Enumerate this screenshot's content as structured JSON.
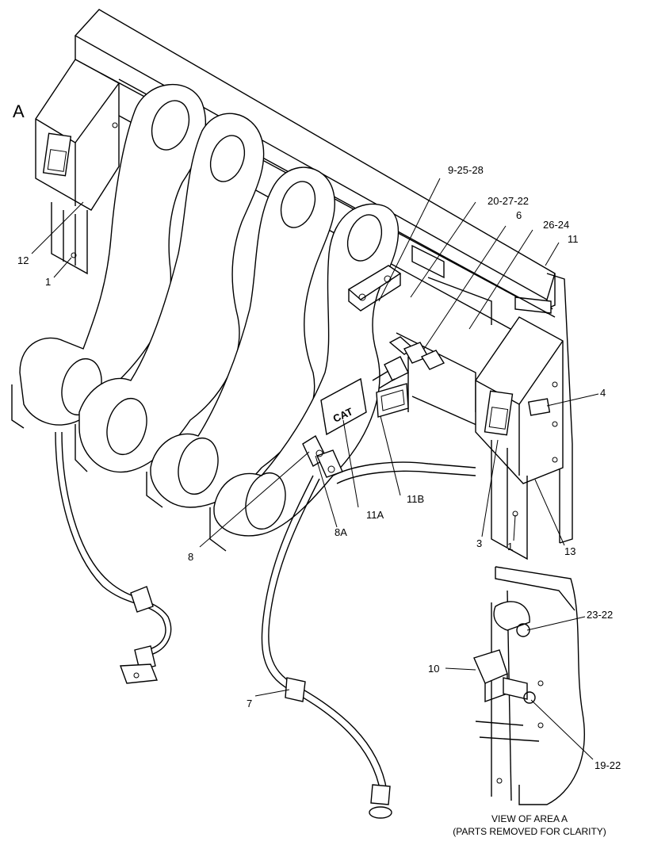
{
  "view_label": "A",
  "callouts": {
    "c_9_25_28": "9-25-28",
    "c_20_27_22": "20-27-22",
    "c_6": "6",
    "c_26_24": "26-24",
    "c_11": "11",
    "c_4": "4",
    "c_12": "12",
    "c_1_left": "1",
    "c_11A": "11A",
    "c_11B": "11B",
    "c_8A": "8A",
    "c_8": "8",
    "c_3": "3",
    "c_1_right": "1",
    "c_13": "13",
    "c_7": "7",
    "c_23_22": "23-22",
    "c_10": "10",
    "c_19_22": "19-22"
  },
  "caption": {
    "line1": "VIEW OF AREA A",
    "line2": "(PARTS REMOVED FOR CLARITY)"
  },
  "decal_text": "CAT"
}
